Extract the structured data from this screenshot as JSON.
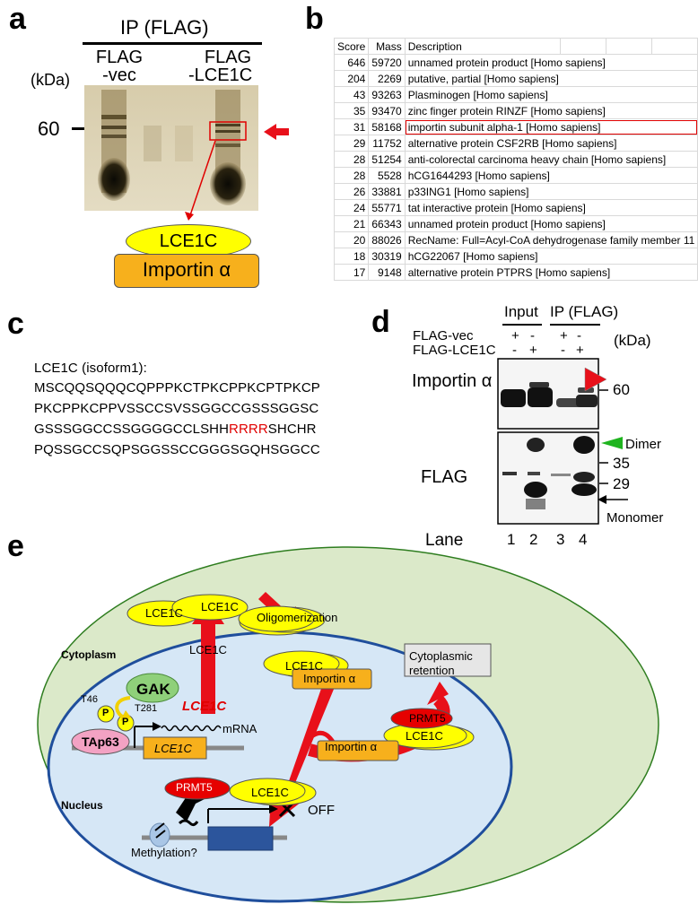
{
  "panels": {
    "a": {
      "letter": "a",
      "ip_label": "IP (FLAG)",
      "lane1_line1": "FLAG",
      "lane1_line2": "-vec",
      "lane2_line1": "FLAG",
      "lane2_line2": "-LCE1C",
      "kda": "(kDa)",
      "marker_60": "60",
      "box_top": "LCE1C",
      "box_bottom": "Importin α"
    },
    "b": {
      "letter": "b",
      "headers": [
        "Score",
        "Mass",
        "Description"
      ],
      "rows": [
        {
          "score": "646",
          "mass": "59720",
          "desc": "unnamed protein product [Homo sapiens]"
        },
        {
          "score": "204",
          "mass": "2269",
          "desc": "putative, partial [Homo sapiens]"
        },
        {
          "score": "43",
          "mass": "93263",
          "desc": "Plasminogen [Homo sapiens]"
        },
        {
          "score": "35",
          "mass": "93470",
          "desc": "zinc finger protein RINZF [Homo sapiens]"
        },
        {
          "score": "31",
          "mass": "58168",
          "desc": "importin subunit alpha-1 [Homo sapiens]"
        },
        {
          "score": "29",
          "mass": "11752",
          "desc": "alternative protein CSF2RB [Homo sapiens]"
        },
        {
          "score": "28",
          "mass": "51254",
          "desc": "anti-colorectal carcinoma heavy chain [Homo sapiens]"
        },
        {
          "score": "28",
          "mass": "5528",
          "desc": "hCG1644293 [Homo sapiens]"
        },
        {
          "score": "26",
          "mass": "33881",
          "desc": "p33ING1 [Homo sapiens]"
        },
        {
          "score": "24",
          "mass": "55771",
          "desc": "tat interactive protein [Homo sapiens]"
        },
        {
          "score": "21",
          "mass": "66343",
          "desc": "unnamed protein product [Homo sapiens]"
        },
        {
          "score": "20",
          "mass": "88026",
          "desc": "RecName: Full=Acyl-CoA dehydrogenase family member 11"
        },
        {
          "score": "18",
          "mass": "30319",
          "desc": "hCG22067 [Homo sapiens]"
        },
        {
          "score": "17",
          "mass": "9148",
          "desc": "alternative protein PTPRS [Homo sapiens]"
        }
      ]
    },
    "c": {
      "letter": "c",
      "title": "LCE1C (isoform1):",
      "line1": "MSCQQSQQQCQPPPKCTPKCPPKCPTPKCP",
      "line2": "PKCPPKCPPVSSCCSVSSGGCCGSSSGGSC",
      "line3_pre": "GSSSGGCCSSGGGGCCLSHH",
      "line3_red": "RRRR",
      "line3_post": "SHCHR",
      "line4": "PQSSGCCSQPSGGSSCCGGGSGQHSGGCC"
    },
    "d": {
      "letter": "d",
      "input": "Input",
      "ip": "IP (FLAG)",
      "row1": "FLAG-vec",
      "row2": "FLAG-LCE1C",
      "signs1": [
        "+",
        "-",
        "+",
        "-"
      ],
      "signs2": [
        "-",
        "+",
        "-",
        "+"
      ],
      "kda": "(kDa)",
      "m60": "60",
      "m35": "35",
      "m29": "29",
      "importin": "Importin α",
      "flag": "FLAG",
      "dimer": "Dimer",
      "monomer": "Monomer",
      "lane": "Lane",
      "lanes": [
        "1",
        "2",
        "3",
        "4"
      ]
    },
    "e": {
      "letter": "e",
      "lce1c": "LCE1C",
      "oligomerization": "Oligomerization",
      "importin": "Importin α",
      "cytoplasmic_retention": "Cytoplasmic retention",
      "cytoplasm": "Cytoplasm",
      "nucleus": "Nucleus",
      "prmt5": "PRMT5",
      "gak": "GAK",
      "t46": "T46",
      "t281": "T281",
      "p": "P",
      "tap63": "TAp63",
      "lce1c_gene": "LCE1C",
      "mrna": "mRNA",
      "methylation": "Methylation?",
      "off": "OFF"
    }
  }
}
